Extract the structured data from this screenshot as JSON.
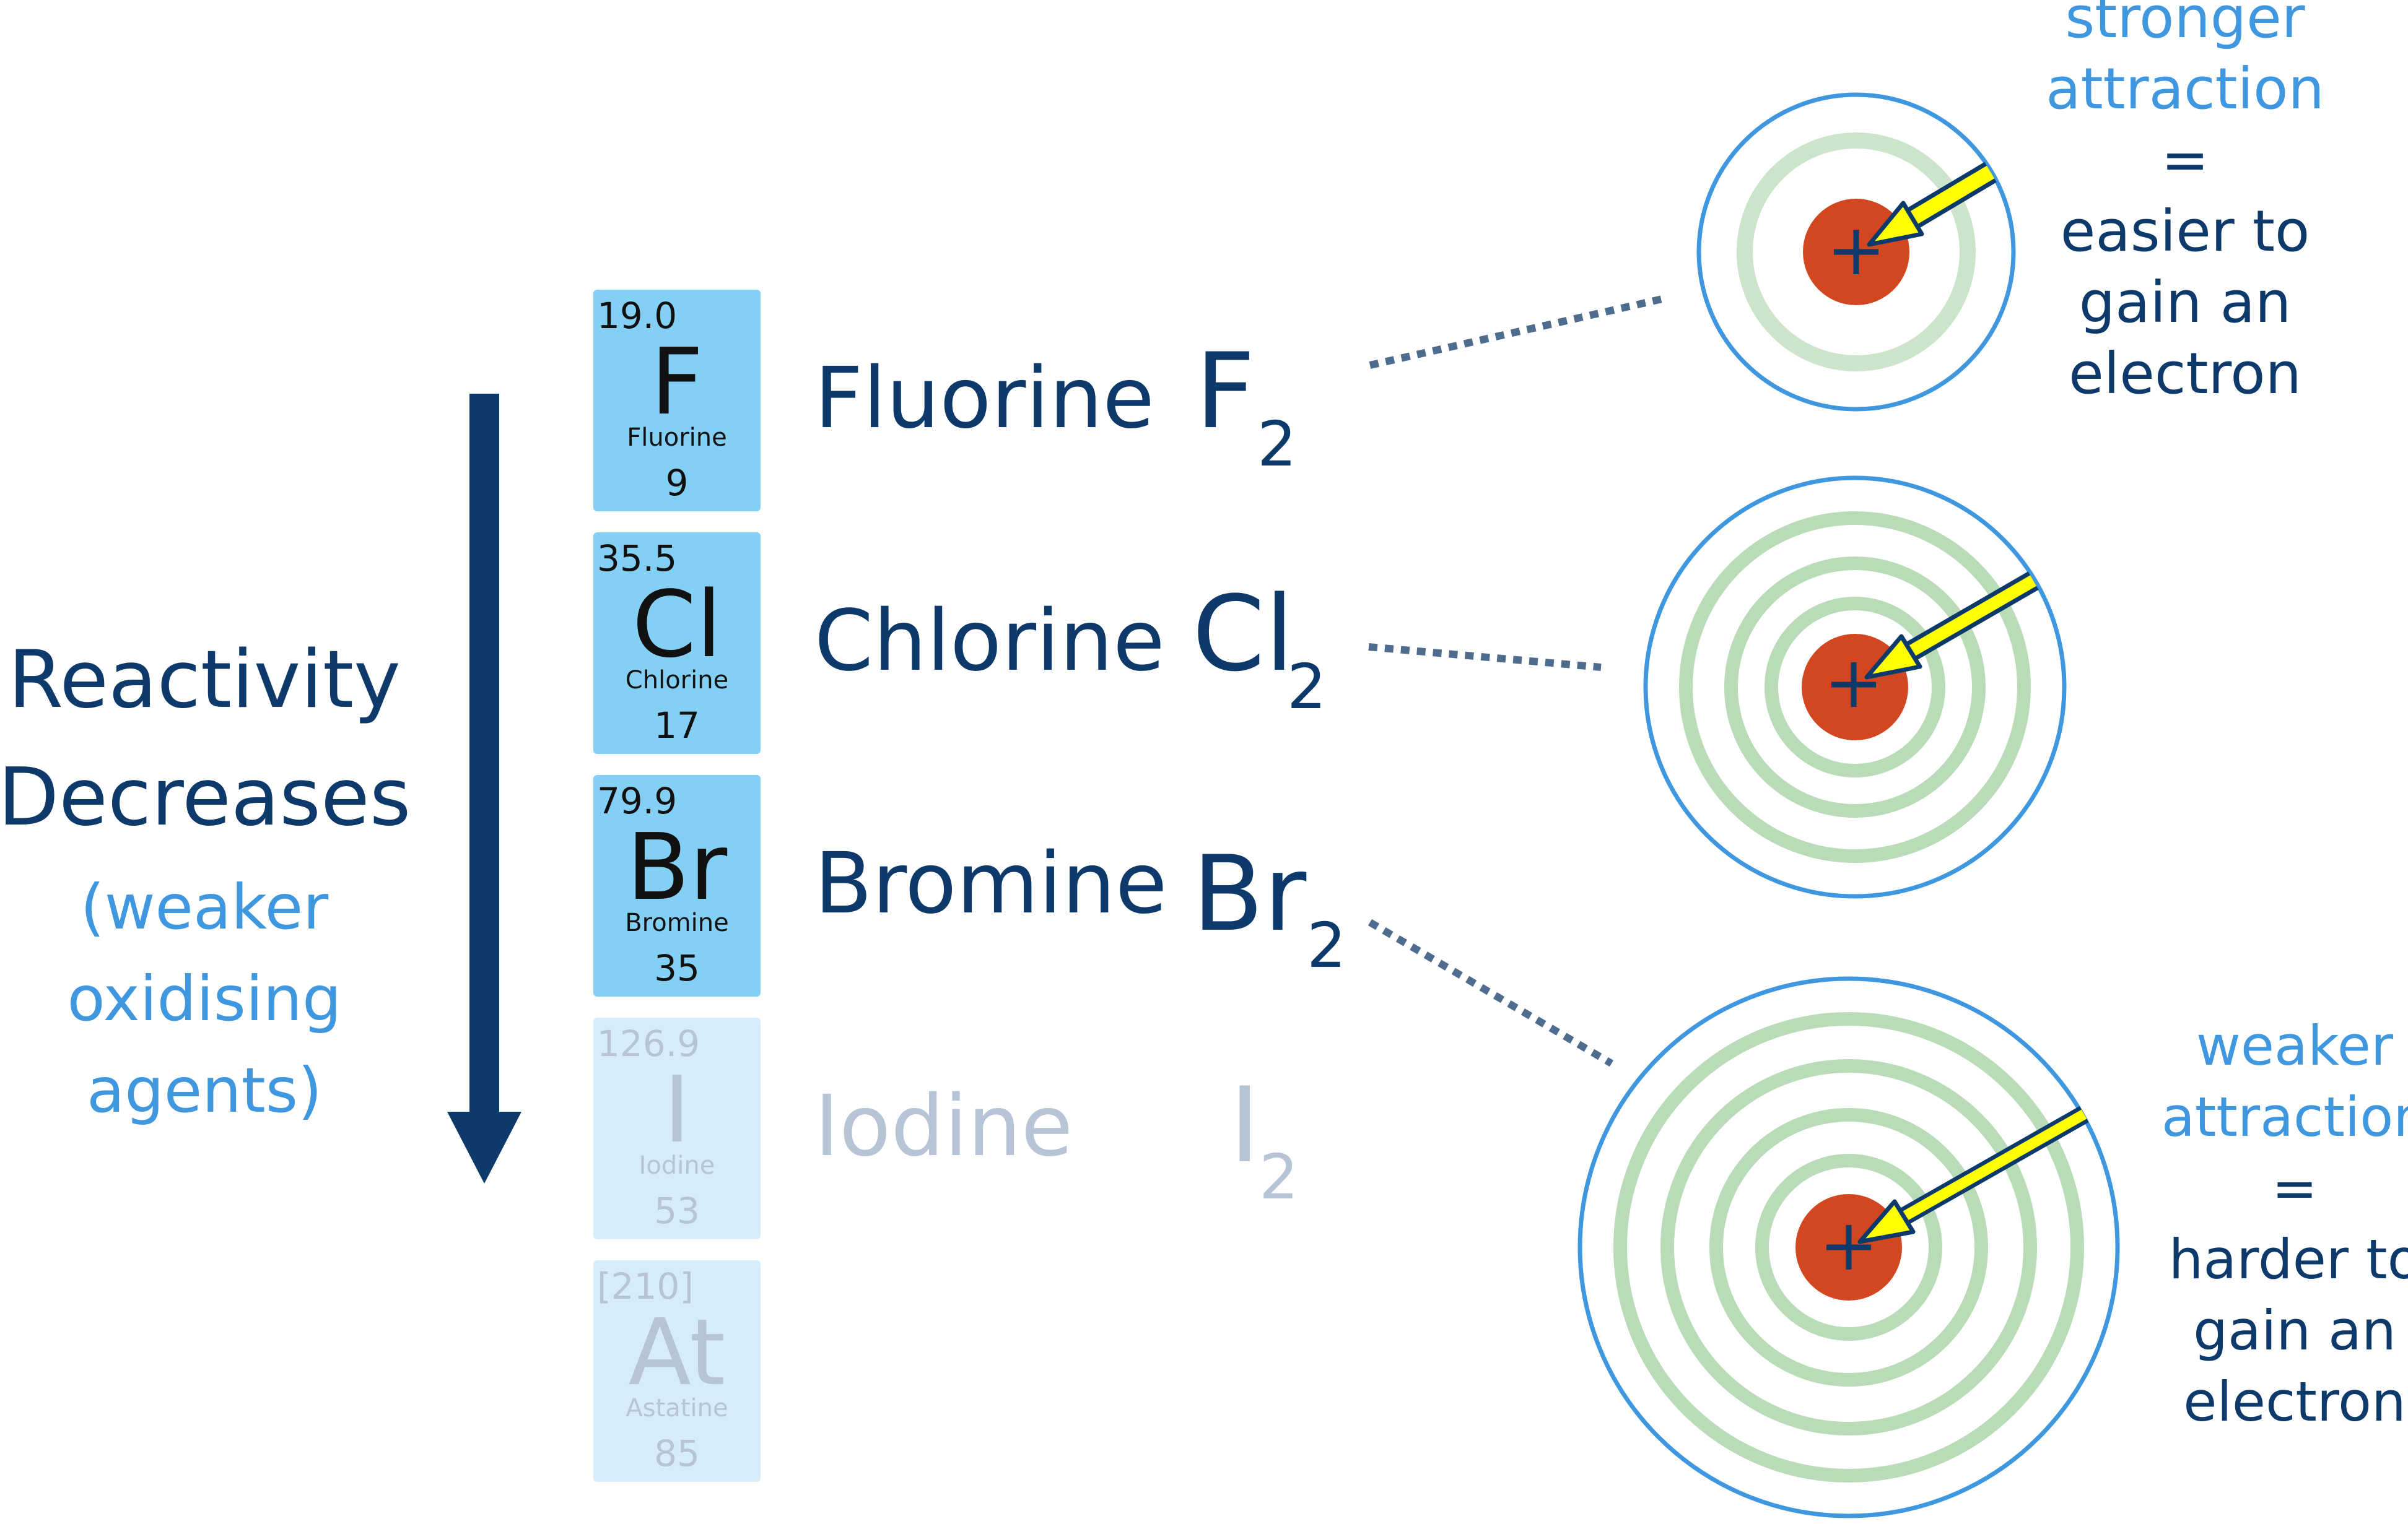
{
  "reactivity": {
    "line1": "Reactivity",
    "line2": "Decreases",
    "sub1": "(weaker",
    "sub2": "oxidising",
    "sub3": "agents)"
  },
  "elements": [
    {
      "mass": "19.0",
      "symbol": "F",
      "name": "Fluorine",
      "number": "9",
      "label": "Fluorine",
      "formula_base": "F",
      "formula_sub": "2",
      "faded": false
    },
    {
      "mass": "35.5",
      "symbol": "Cl",
      "name": "Chlorine",
      "number": "17",
      "label": "Chlorine",
      "formula_base": "Cl",
      "formula_sub": "2",
      "faded": false
    },
    {
      "mass": "79.9",
      "symbol": "Br",
      "name": "Bromine",
      "number": "35",
      "label": "Bromine",
      "formula_base": "Br",
      "formula_sub": "2",
      "faded": false
    },
    {
      "mass": "126.9",
      "symbol": "I",
      "name": "Iodine",
      "number": "53",
      "label": "Iodine",
      "formula_base": "I",
      "formula_sub": "2",
      "faded": true
    },
    {
      "mass": "[210]",
      "symbol": "At",
      "name": "Astatine",
      "number": "85",
      "faded": true
    }
  ],
  "top_note": {
    "line1": "stronger",
    "line2": "attraction",
    "line3": "=",
    "line4": "easier to",
    "line5": "gain an",
    "line6": "electron"
  },
  "bottom_note": {
    "line1": "weaker",
    "line2": "attraction",
    "line3": "=",
    "line4": "harder to",
    "line5": "gain an",
    "line6": "electron"
  },
  "colors": {
    "dark_blue": "#0d3a6b",
    "light_blue": "#3f97e0",
    "tile": "#84cff4",
    "tile_faded": "#d7ecfb",
    "faded_text": "#b6c4d6",
    "ring": "#b9dbb7",
    "nucleus": "#d2471f",
    "arrow": "#ffff00"
  }
}
